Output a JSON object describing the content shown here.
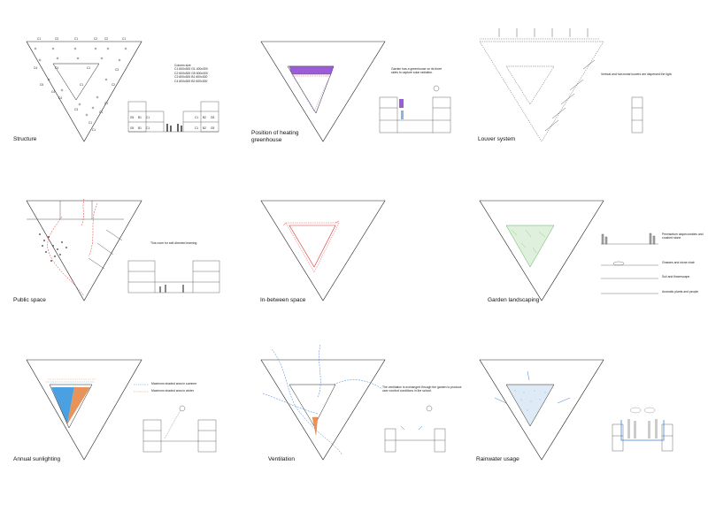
{
  "panels": {
    "structure": {
      "title": "Structure",
      "column_labels": [
        "C1",
        "C3",
        "C1",
        "C2",
        "C2",
        "C1",
        "C4",
        "C4",
        "C1",
        "C3",
        "C5",
        "C4",
        "C1",
        "C2",
        "C4",
        "C3",
        "C1",
        "C1",
        "C1",
        "C1"
      ],
      "section_labels": [
        "G5",
        "B1",
        "C1",
        "C1",
        "B2",
        "G5",
        "G5",
        "B1",
        "C1",
        "C1",
        "B2",
        "G5"
      ],
      "column_size": {
        "heading": "Column size",
        "rows": [
          {
            "col": "C1",
            "size": "600x300",
            "col2": "G1",
            "size2": "400x300"
          },
          {
            "col": "C2",
            "size": "600x300",
            "col2": "G5",
            "size2": "600x300"
          },
          {
            "col": "C3",
            "size": "600x300",
            "col2": "B1",
            "size2": "600x300"
          },
          {
            "col": "C4",
            "size": "600x300",
            "col2": "B2",
            "size2": "600x300"
          }
        ]
      }
    },
    "heating": {
      "title": "Position of heating\ngreenhouse",
      "note": "Garden has a greenhouse on its three sides to capture solar radiation."
    },
    "louver": {
      "title": "Louver system",
      "note": "Vertical and horizontal louvers are dispersed the light."
    },
    "public": {
      "title": "Public space",
      "note": "This room for self-directed learning"
    },
    "inbetween": {
      "title": "In-between space"
    },
    "landscaping": {
      "title": "Garden landscaping",
      "legend": [
        "Pennisetum alopecuroides and crushed stone",
        "Grasses and stone chair",
        "Soil and flowerscape",
        "Aromatic plants and people"
      ]
    },
    "sunlight": {
      "title": "Annual sunlighting",
      "legend": [
        {
          "label": "Maximum shaded area in summer",
          "color": "#4aa0e0"
        },
        {
          "label": "Maximum shaded area in winter",
          "color": "#e8935a"
        }
      ]
    },
    "ventilation": {
      "title": "Ventilation",
      "note": "The ventilation is exchanged through the garden to produce user comfort conditions in the school."
    },
    "rainwater": {
      "title": "Rainwater usage"
    }
  },
  "colors": {
    "greenhouse": "#9b5cd6",
    "red": "#e0312f",
    "blue": "#3a7fd6",
    "green": "#5bb05b",
    "summer": "#4aa0e0",
    "winter": "#e8935a"
  }
}
